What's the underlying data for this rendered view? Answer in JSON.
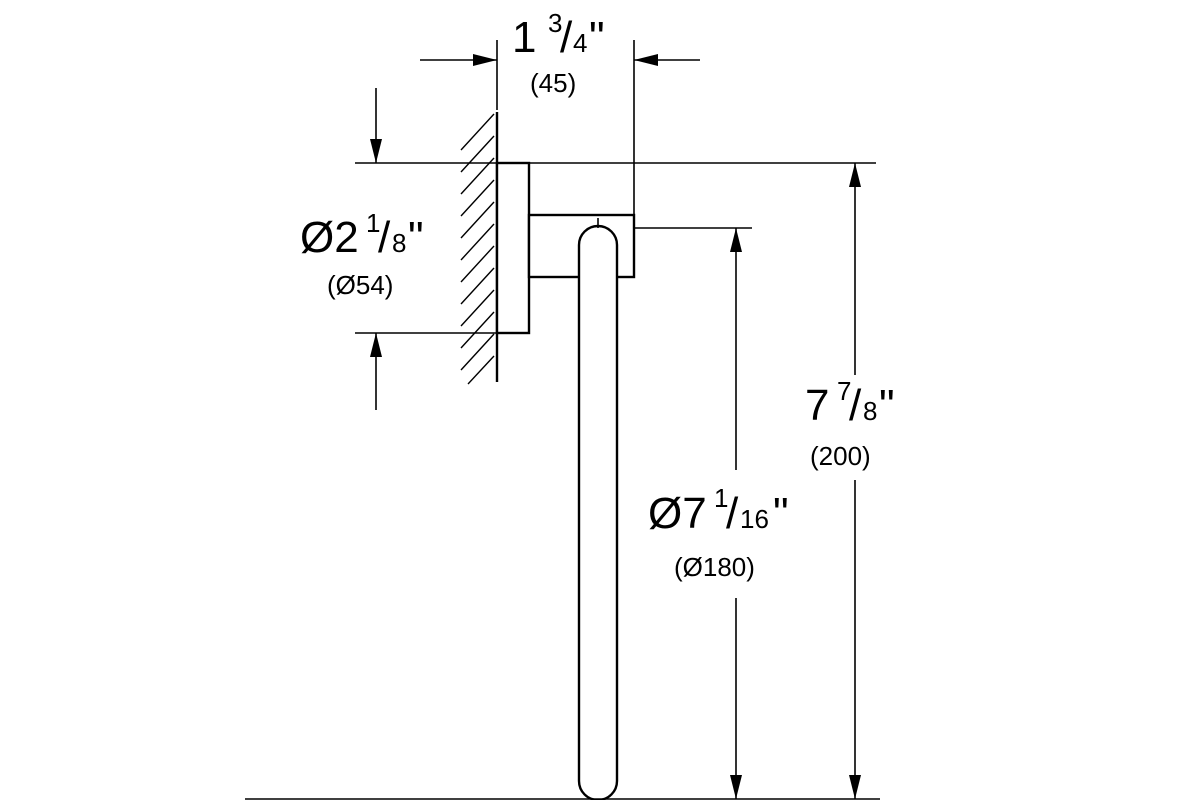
{
  "dimensions": {
    "depth": {
      "whole": "1",
      "num": "3",
      "den": "4",
      "mark": "\"",
      "metric": "(45)"
    },
    "rosette_diameter": {
      "whole": "Ø2",
      "num": "1",
      "den": "8",
      "mark": "\"",
      "metric": "(Ø54)"
    },
    "ring_diameter": {
      "whole": "Ø7",
      "num": "1",
      "den": "16",
      "mark": "\"",
      "metric": "(Ø180)"
    },
    "total_height": {
      "whole": "7",
      "num": "7",
      "den": "8",
      "mark": "\"",
      "metric": "(200)"
    }
  }
}
